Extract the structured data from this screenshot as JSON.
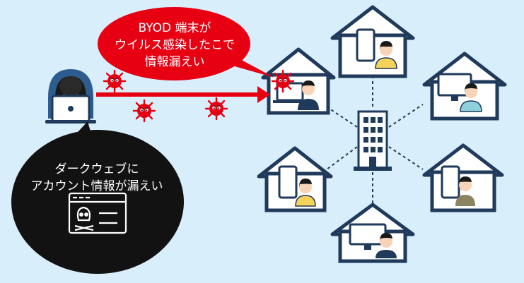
{
  "callouts": {
    "byod": [
      "BYOD 端末が",
      "ウイルス感染したこで",
      "情報漏えい"
    ],
    "darkweb": [
      "ダークウェブに",
      "アカウント情報が漏えい"
    ]
  },
  "colors": {
    "background": "#d9eefb",
    "navy": "#1f3a5a",
    "red": "#e60012",
    "black": "#121212",
    "skin": "#f7d3b8",
    "hair": "#1a1a1a",
    "shirt_yellow": "#f5d25a",
    "shirt_teal": "#8fd0dc",
    "shirt_olive": "#8a8460"
  },
  "icons": {
    "hacker": "hooded-hacker-with-laptop-icon",
    "virus": "virus-icon",
    "building": "office-building-icon",
    "house": "house-icon",
    "skull_screen": "skull-browser-window-icon"
  }
}
